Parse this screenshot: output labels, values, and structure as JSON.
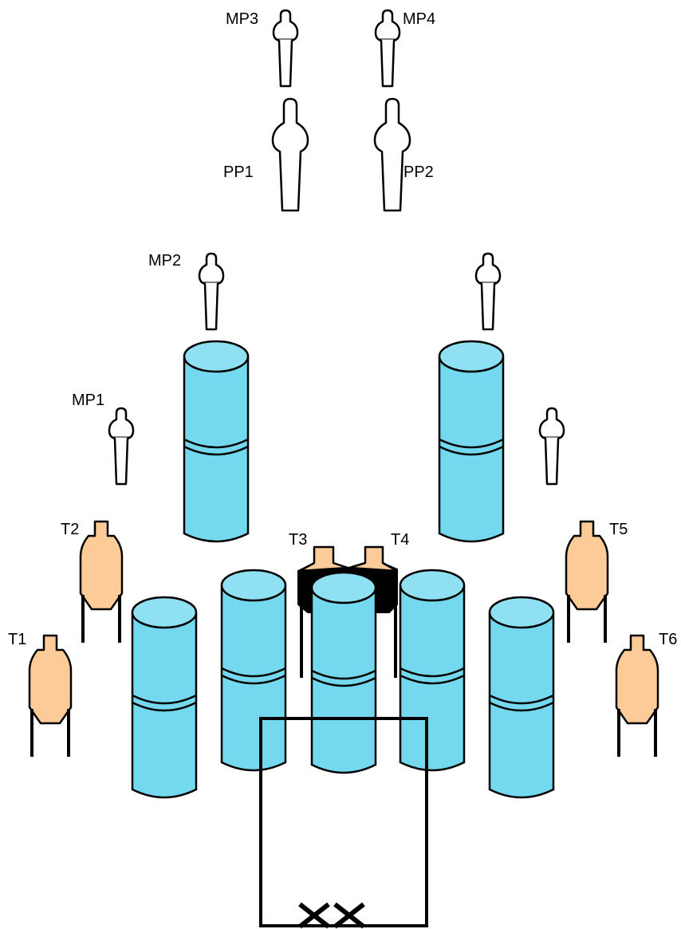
{
  "labels": {
    "mp1": "MP1",
    "mp2": "MP2",
    "mp3": "MP3",
    "mp4": "MP4",
    "pp1": "PP1",
    "pp2": "PP2",
    "t1": "T1",
    "t2": "T2",
    "t3": "T3",
    "t4": "T4",
    "t5": "T5",
    "t6": "T6"
  },
  "colors": {
    "barrel_fill": "#74D8EE",
    "barrel_top": "#8FE0F2",
    "barrel_stroke": "#000000",
    "target_fill": "#FCCB97",
    "target_dark": "#000000",
    "outline": "#000000",
    "background": "#FFFFFF"
  },
  "icons": {
    "small_silhouette": "mini-popper-icon",
    "large_silhouette": "popper-icon",
    "target": "ipsc-target-icon",
    "barrel": "barrel-icon",
    "shooting_box": "shooting-box",
    "start_marks": "start-position-x-icon"
  }
}
